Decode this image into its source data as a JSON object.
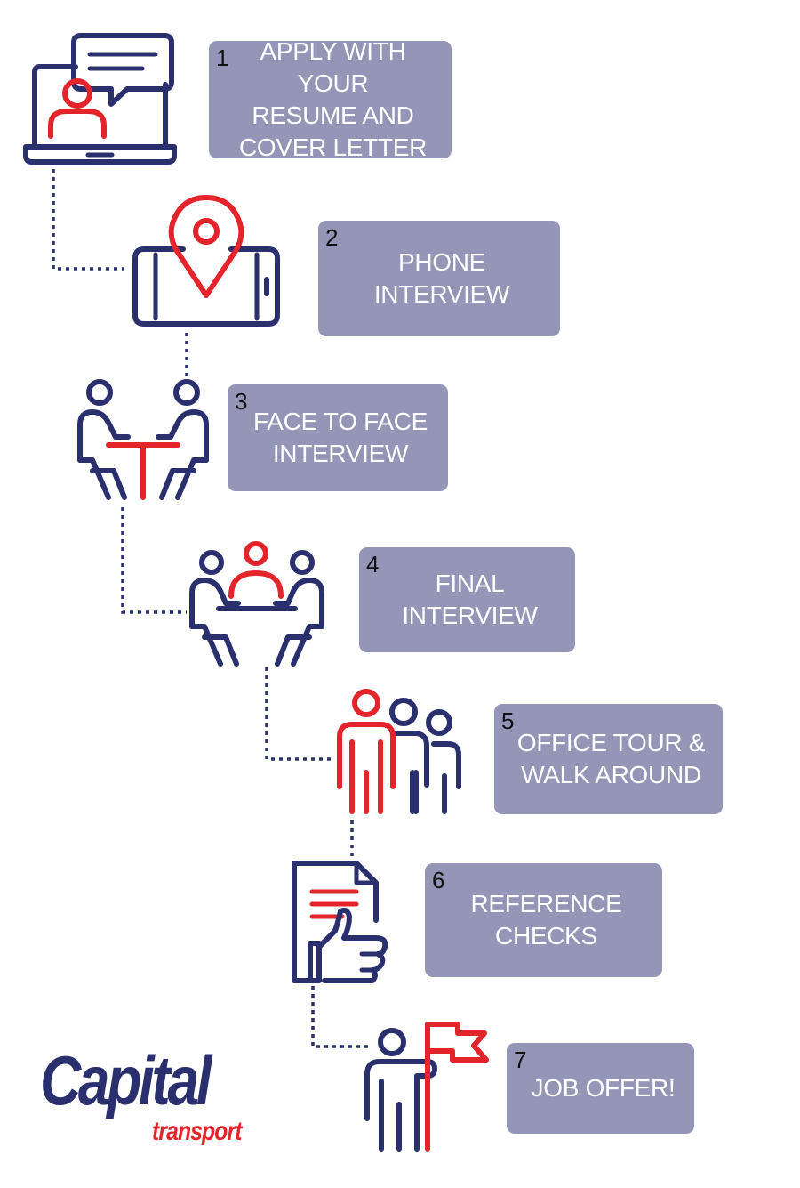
{
  "colors": {
    "navy": "#2a2f6e",
    "red": "#e3252b",
    "box": "#9595b8",
    "text": "#ffffff",
    "number": "#111111"
  },
  "steps": [
    {
      "number": "1",
      "label": "APPLY WITH YOUR\nRESUME AND\nCOVER LETTER",
      "icon": "laptop-chat-icon"
    },
    {
      "number": "2",
      "label": "PHONE INTERVIEW",
      "icon": "phone-location-icon"
    },
    {
      "number": "3",
      "label": "FACE TO FACE\nINTERVIEW",
      "icon": "two-people-table-icon"
    },
    {
      "number": "4",
      "label": "FINAL INTERVIEW",
      "icon": "three-people-table-icon"
    },
    {
      "number": "5",
      "label": "OFFICE TOUR &\nWALK AROUND",
      "icon": "group-people-icon"
    },
    {
      "number": "6",
      "label": "REFERENCE CHECKS",
      "icon": "document-thumbs-up-icon"
    },
    {
      "number": "7",
      "label": "JOB OFFER!",
      "icon": "person-flag-icon"
    }
  ],
  "logo": {
    "main": "Capital",
    "sub": "transport"
  }
}
